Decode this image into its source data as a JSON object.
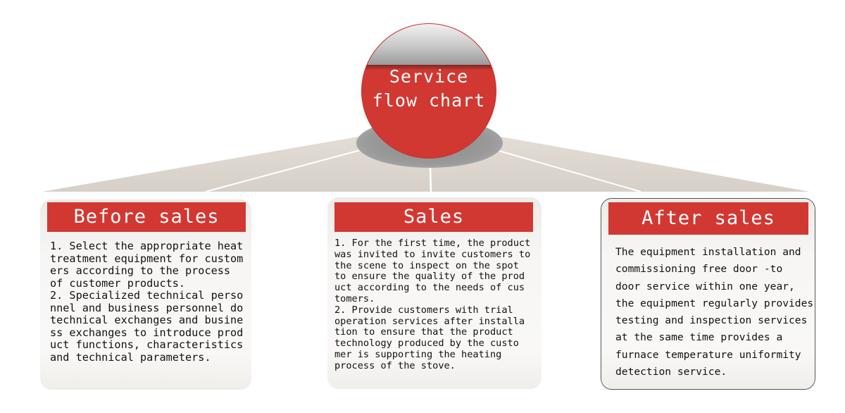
{
  "center": {
    "title": "Service\nflow chart"
  },
  "colors": {
    "accent": "#d23832",
    "grey_cap": "#a3a3a3",
    "shadow": "#9a9a9a"
  },
  "cards": [
    {
      "title": "Before sales",
      "body": "1. Select the appropriate heat\ntreatment equipment for custom\ners according to the process\nof customer products.\n2. Specialized technical perso\nnnel and business personnel do\ntechnical exchanges and busine\nss exchanges to introduce prod\nuct functions, characteristics\nand technical parameters."
    },
    {
      "title": "Sales",
      "body": "1. For the first time, the product\nwas invited to invite customers to\nthe scene to inspect on the spot\nto ensure the quality of the prod\nuct according to the needs of cus\ntomers.\n2. Provide customers with trial\noperation services after installa\ntion to ensure that the product\ntechnology produced by the custo\nmer is supporting the heating\nprocess of the stove."
    },
    {
      "title": "After sales",
      "body": "The equipment installation and\ncommissioning free door -to\ndoor service within one year,\nthe equipment regularly provides\ntesting and inspection services\nat the same time provides a\nfurnace temperature uniformity\ndetection service."
    }
  ]
}
